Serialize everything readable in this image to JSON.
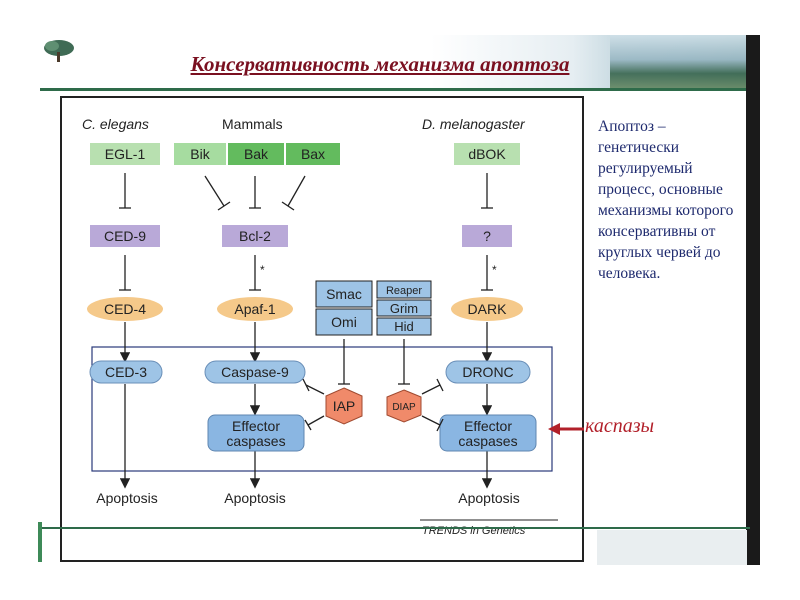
{
  "slide": {
    "title": "Консервативность механизма апоптоза",
    "side_text": "Апоптоз – генетически регулируемый процесс, основные механизмы которого консервативны от круглых червей до человека.",
    "arrow_label": "каспазы"
  },
  "figure": {
    "columns": {
      "c_elegans": "C. elegans",
      "mammals": "Mammals",
      "drosophila": "D. melanogaster"
    },
    "c_elegans": {
      "egl1": "EGL-1",
      "ced9": "CED-9",
      "ced4": "CED-4",
      "ced3": "CED-3",
      "apoptosis": "Apoptosis"
    },
    "mammals": {
      "bik": "Bik",
      "bak": "Bak",
      "bax": "Bax",
      "bcl2": "Bcl-2",
      "apaf1": "Apaf-1",
      "caspase9": "Caspase-9",
      "effector_1": "Effector",
      "effector_2": "caspases",
      "apoptosis": "Apoptosis",
      "asterisk": "*"
    },
    "middle": {
      "smac": "Smac",
      "omi": "Omi",
      "reaper": "Reaper",
      "grim": "Grim",
      "hid": "Hid",
      "iap": "IAP",
      "diap": "DIAP"
    },
    "drosophila": {
      "dbok": "dBOK",
      "unknown": "?",
      "dark": "DARK",
      "dronc": "DRONC",
      "effector_1": "Effector",
      "effector_2": "caspases",
      "apoptosis": "Apoptosis",
      "asterisk": "*"
    },
    "source": "TRENDS in Genetics"
  },
  "colors": {
    "title": "#7a1020",
    "side_text": "#1e2a6e",
    "accent_arrow": "#b2202a",
    "green_box": "#8fcf8a",
    "green_box_dark": "#5cb85c",
    "purple_box": "#b9a9d8",
    "orange_oval": "#f5c98a",
    "blue_pill": "#9ec4e6",
    "blue_box": "#8ab6e2",
    "red_hex": "#f08a6a"
  }
}
